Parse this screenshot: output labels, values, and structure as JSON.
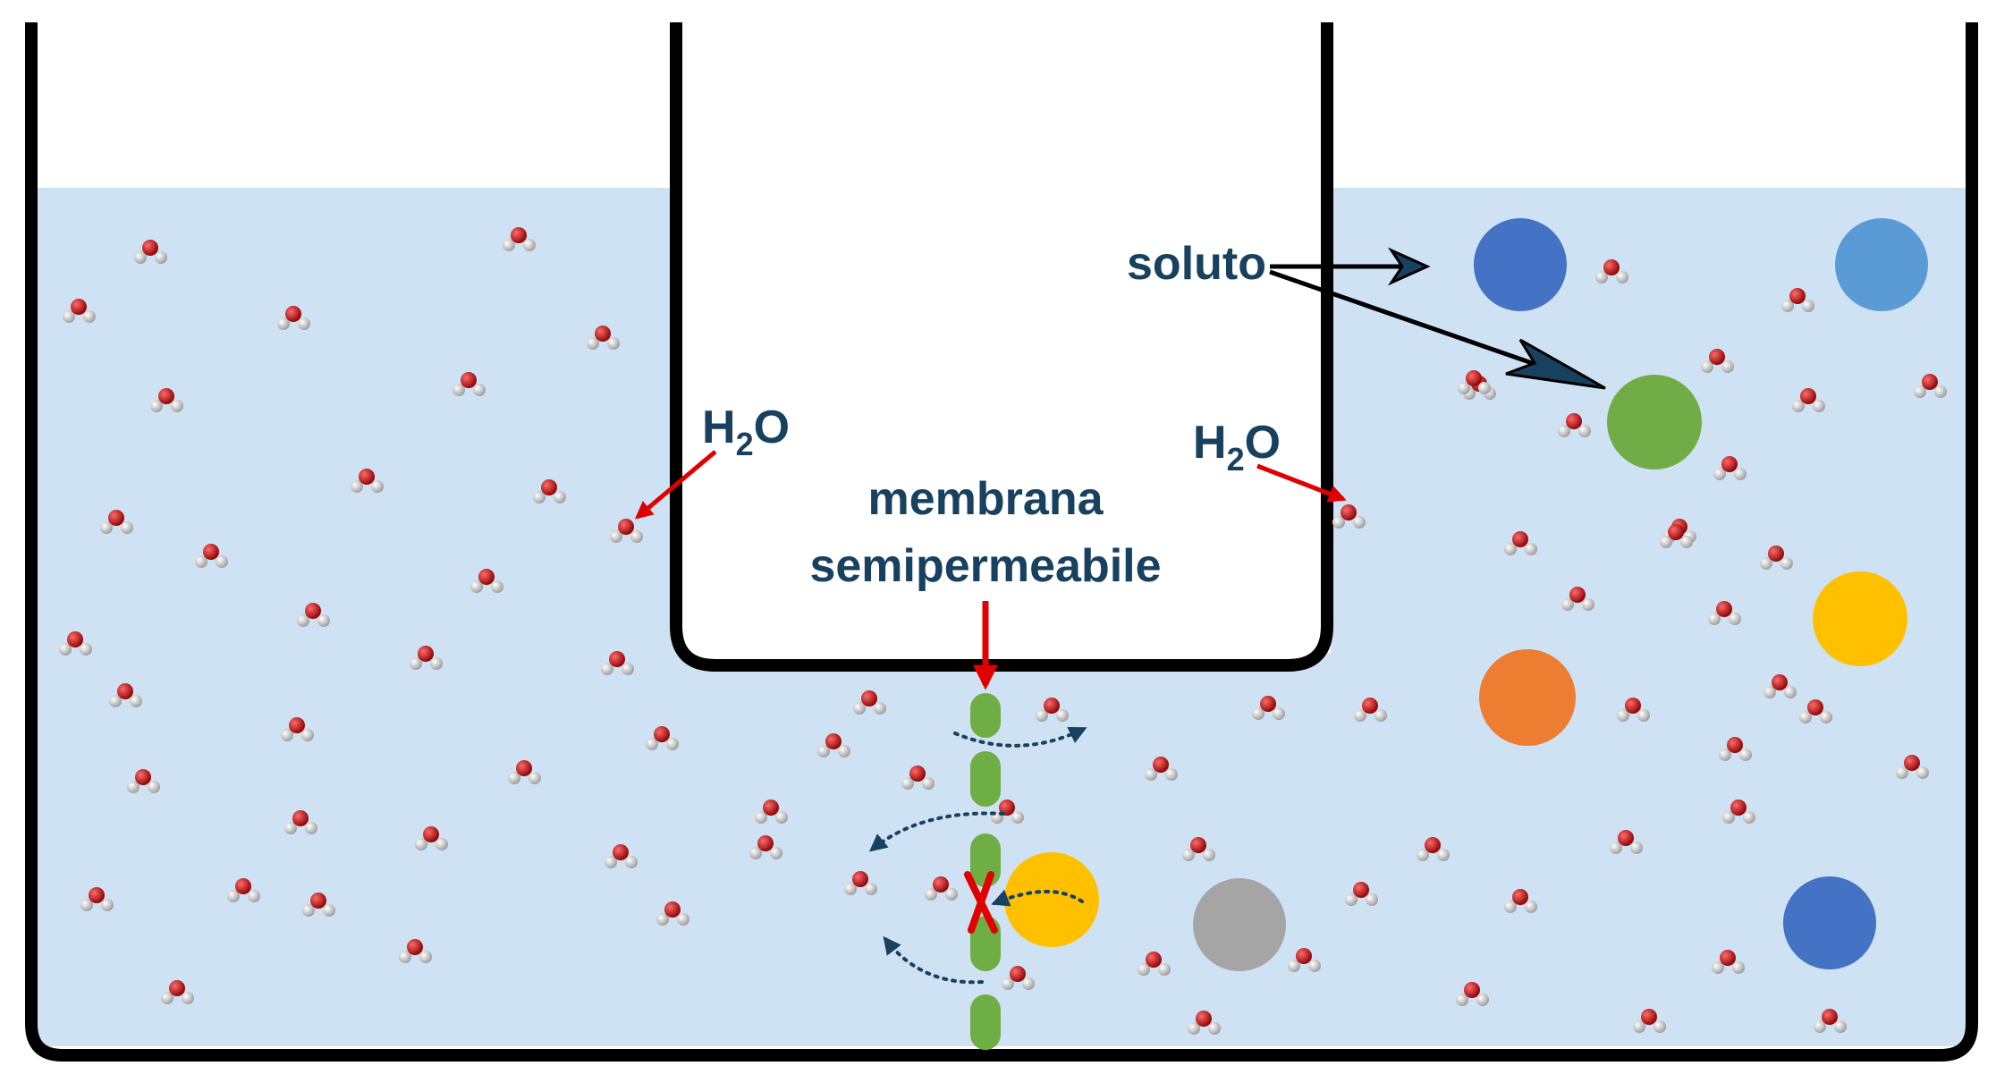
{
  "labels": {
    "water_left_main": "H",
    "water_left_sub": "2",
    "water_left_end": "O",
    "water_right_main": "H",
    "water_right_sub": "2",
    "water_right_end": "O",
    "membrane_line1": "membrana",
    "membrane_line2": "semipermeabile",
    "solute": "soluto"
  },
  "colors": {
    "water_fill": "#cfe2f3",
    "container_stroke": "#000000",
    "label_text": "#17415f",
    "pointer_arrow": "#e00000",
    "membrane_segment": "#6fae45",
    "flow_arrow": "#17415f",
    "blocked_mark": "#e00000",
    "oxygen_atom": "#c4161c",
    "hydrogen_atom": "#ffffff"
  },
  "solute_particles": [
    {
      "color": "#4472c4",
      "name": "solute-particle-blue"
    },
    {
      "color": "#5b9bd5",
      "name": "solute-particle-lightblue"
    },
    {
      "color": "#70ad47",
      "name": "solute-particle-green"
    },
    {
      "color": "#ffc000",
      "name": "solute-particle-yellow"
    },
    {
      "color": "#ed7d31",
      "name": "solute-particle-orange"
    },
    {
      "color": "#ffc000",
      "name": "solute-particle-blocked-yellow"
    },
    {
      "color": "#a5a5a5",
      "name": "solute-particle-gray"
    },
    {
      "color": "#4472c4",
      "name": "solute-particle-blue-bottom"
    }
  ]
}
